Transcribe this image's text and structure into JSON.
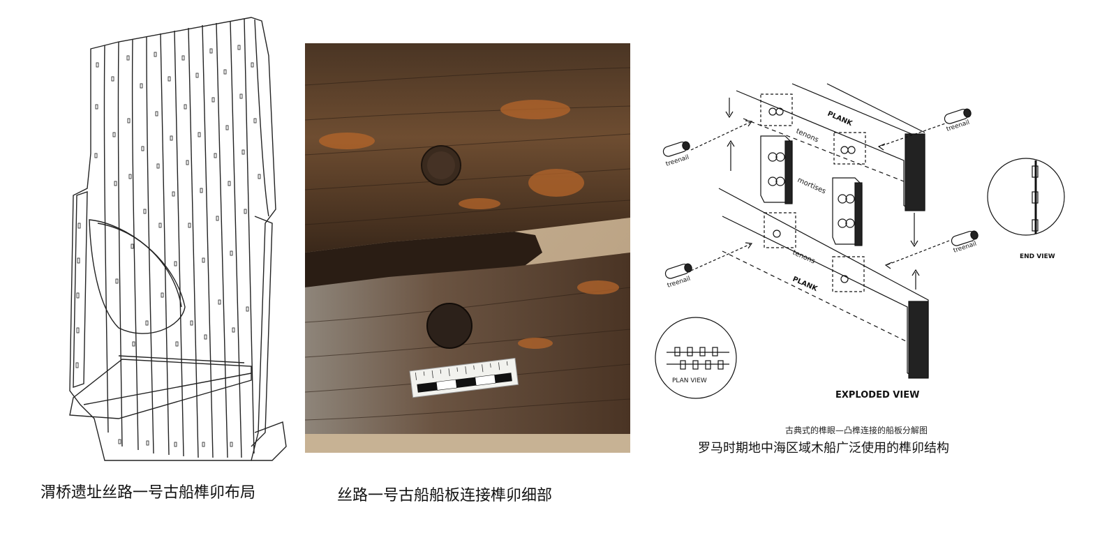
{
  "panels": {
    "drawing": {
      "caption": "渭桥遗址丝路一号古船榫卯布局"
    },
    "photo": {
      "caption": "丝路一号古船船板连接榫卯细部"
    },
    "diagram": {
      "labels": {
        "plank_top": "PLANK",
        "plank_bottom": "PLANK",
        "tenons_top": "tenons",
        "tenons_bottom": "tenons",
        "mortises": "mortises",
        "treenail_1": "treenail",
        "treenail_2": "treenail",
        "treenail_3": "treenail",
        "treenail_4": "treenail",
        "end_view": "END VIEW",
        "plan_view": "PLAN VIEW",
        "exploded_view": "EXPLODED VIEW"
      },
      "caption_small": "古典式的榫眼—凸榫连接的船板分解图",
      "caption": "罗马时期地中海区域木船广泛使用的榫卯结构"
    }
  },
  "colors": {
    "wood_dark": "#3b2a1c",
    "wood_mid": "#6b4a2e",
    "rust": "#b5652a",
    "sand": "#d8c4a8"
  }
}
